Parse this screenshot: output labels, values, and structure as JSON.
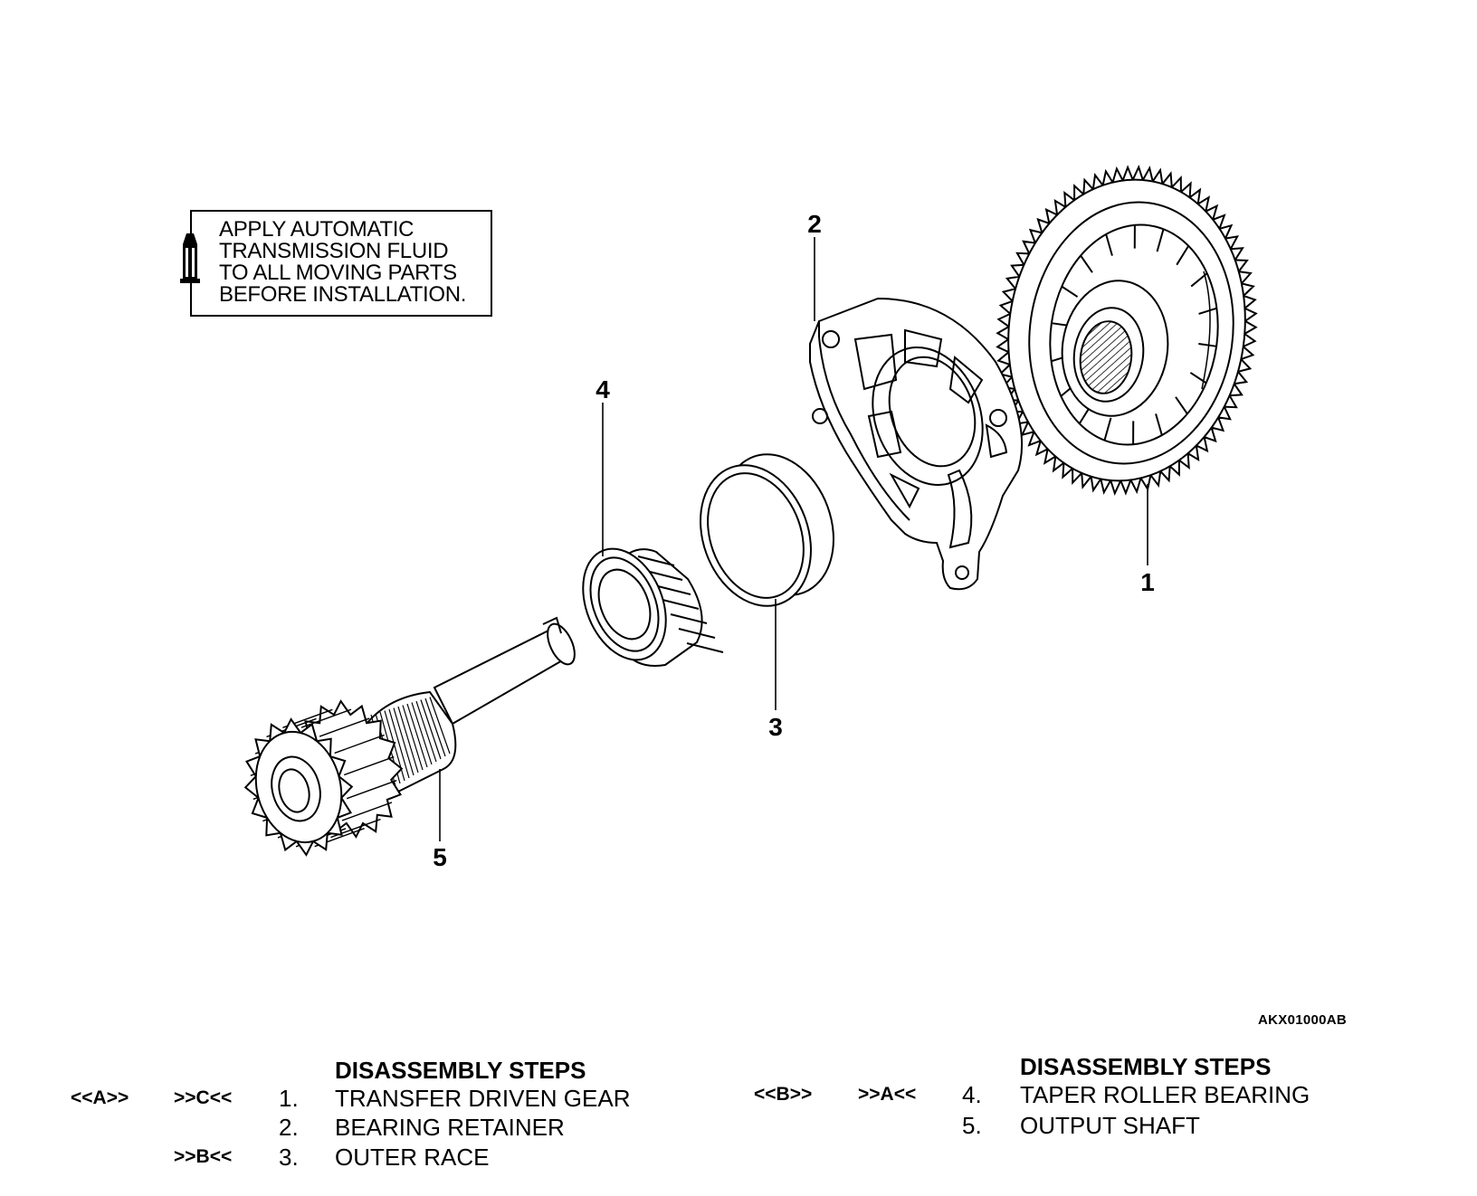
{
  "note": {
    "lines": [
      "APPLY AUTOMATIC",
      "TRANSMISSION FLUID",
      "TO ALL MOVING PARTS",
      "BEFORE INSTALLATION."
    ],
    "icon": "oil-can-icon"
  },
  "callouts": [
    "1",
    "2",
    "3",
    "4",
    "5"
  ],
  "figure_id": "AKX01000AB",
  "steps_left": {
    "header": "DISASSEMBLY STEPS",
    "rows": [
      {
        "code1": "<<A>>",
        "code2": ">>C<<",
        "num": "1.",
        "name": "TRANSFER DRIVEN GEAR"
      },
      {
        "code1": "",
        "code2": "",
        "num": "2.",
        "name": "BEARING RETAINER"
      },
      {
        "code1": "",
        "code2": ">>B<<",
        "num": "3.",
        "name": "OUTER RACE"
      }
    ]
  },
  "steps_right": {
    "header": "DISASSEMBLY STEPS",
    "rows": [
      {
        "code1": "<<B>>",
        "code2": ">>A<<",
        "num": "4.",
        "name": "TAPER ROLLER BEARING"
      },
      {
        "code1": "",
        "code2": "",
        "num": "5.",
        "name": "OUTPUT SHAFT"
      }
    ]
  }
}
